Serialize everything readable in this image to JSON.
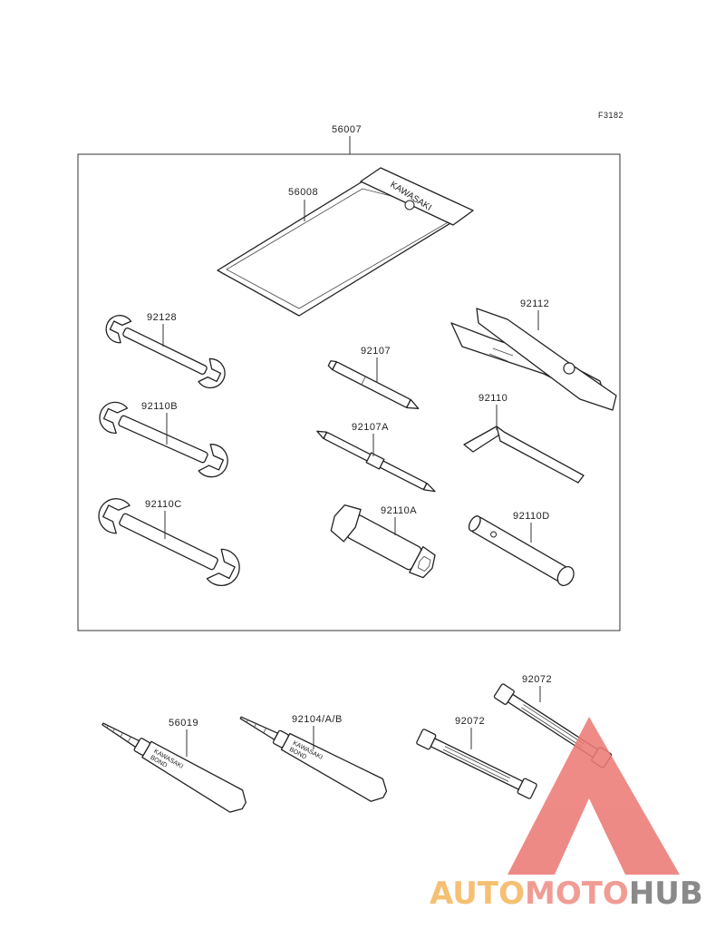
{
  "figure_ref": "F3182",
  "parts": {
    "p56007": "56007",
    "p56008": "56008",
    "p92128": "92128",
    "p92110B": "92110B",
    "p92110C": "92110C",
    "p92107": "92107",
    "p92107A": "92107A",
    "p92110A": "92110A",
    "p92112": "92112",
    "p92110": "92110",
    "p92110D": "92110D",
    "p56019": "56019",
    "p92104": "92104/A/B",
    "p92072a": "92072",
    "p92072b": "92072"
  },
  "printed_text": {
    "pouch_brand": "KAWASAKI",
    "tube_brand": "KAWASAKI",
    "tube_bond": "BOND"
  },
  "watermark": {
    "part1": "AUTO",
    "part2": "MOTO",
    "part3": "HUB",
    "color_auto": "#f4b860",
    "color_moto": "#ef8f86",
    "color_hub": "#7a7a7a",
    "triangle_color": "#ec7b76"
  }
}
